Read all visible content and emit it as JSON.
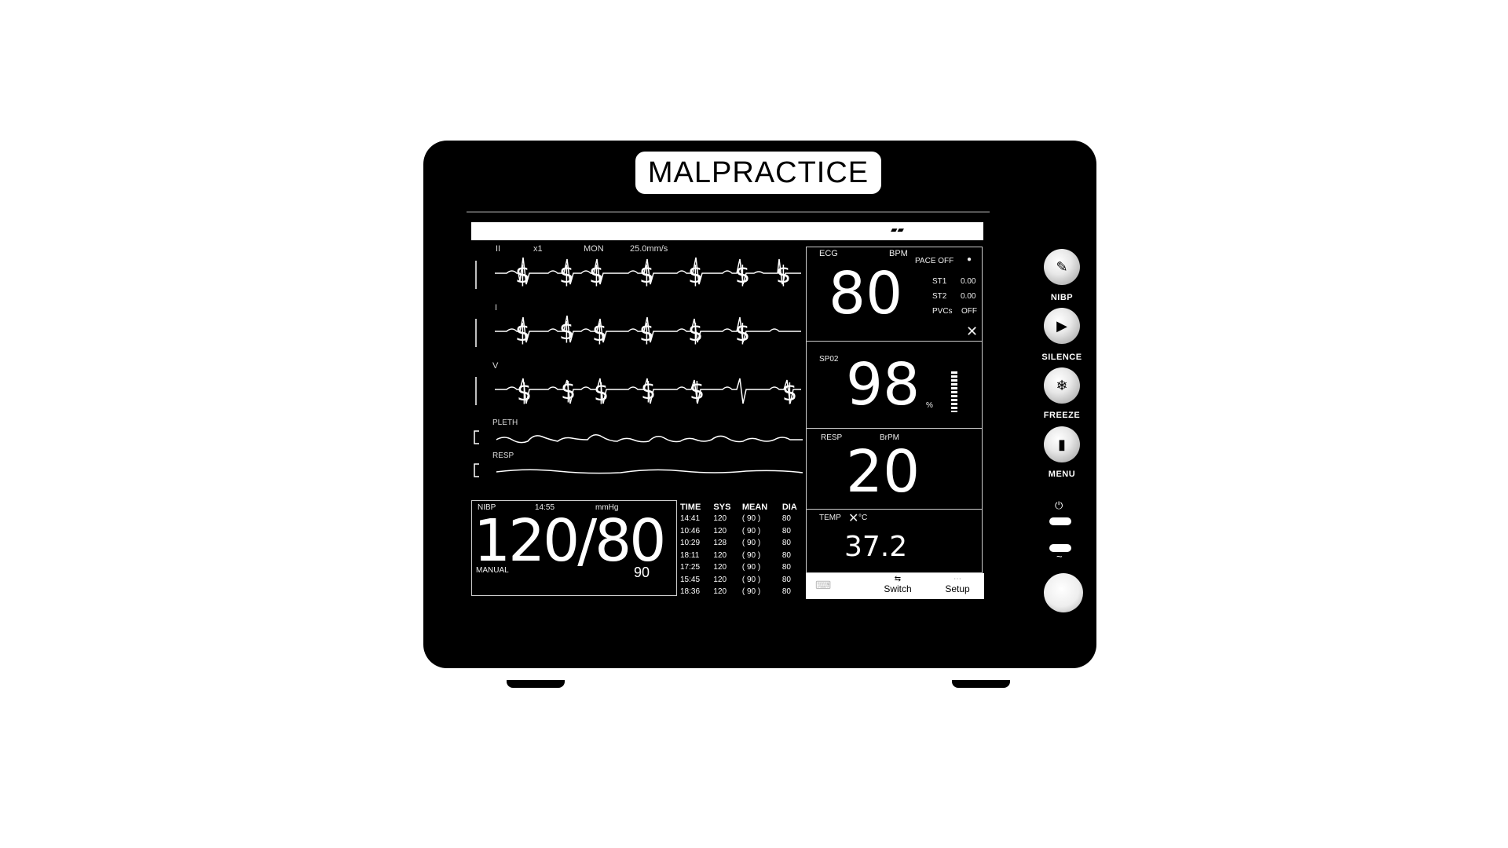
{
  "brand": {
    "name": "MALPRACTICE"
  },
  "waveform_header": {
    "lead": "II",
    "gain": "x1",
    "mode": "MON",
    "speed": "25.0mm/s"
  },
  "waveforms": {
    "lead1": "II",
    "lead2": "I",
    "lead3": "V",
    "pleth": "PLETH",
    "resp": "RESP"
  },
  "ecg": {
    "label": "ECG",
    "unit": "BPM",
    "value": "80",
    "pace": "PACE OFF",
    "st1_label": "ST1",
    "st1_value": "0.00",
    "st2_label": "ST2",
    "st2_value": "0.00",
    "pvcs_label": "PVCs",
    "pvcs_value": "OFF"
  },
  "spo2": {
    "label": "SP02",
    "value": "98",
    "unit": "%"
  },
  "resp": {
    "label": "RESP",
    "unit": "BrPM",
    "value": "20"
  },
  "temp": {
    "label": "TEMP",
    "unit": "°C",
    "value": "37.2"
  },
  "nibp": {
    "label": "NIBP",
    "time": "14:55",
    "unit": "mmHg",
    "value": "120/80",
    "mode": "MANUAL",
    "mean": "90"
  },
  "history": {
    "headers": [
      "TIME",
      "SYS",
      "MEAN",
      "DIA"
    ],
    "rows": [
      [
        "14:41",
        "120",
        "( 90 )",
        "80"
      ],
      [
        "10:46",
        "120",
        "( 90 )",
        "80"
      ],
      [
        "10:29",
        "128",
        "( 90 )",
        "80"
      ],
      [
        "18:11",
        "120",
        "( 90 )",
        "80"
      ],
      [
        "17:25",
        "120",
        "( 90 )",
        "80"
      ],
      [
        "15:45",
        "120",
        "( 90 )",
        "80"
      ],
      [
        "18:36",
        "120",
        "( 90 )",
        "80"
      ]
    ]
  },
  "softkeys": {
    "switch": "Switch",
    "setup": "Setup"
  },
  "buttons": {
    "nibp": "NIBP",
    "silence": "SILENCE",
    "freeze": "FREEZE",
    "menu": "MENU"
  },
  "icons": {
    "nibp": "cuff-icon",
    "silence": "play-icon",
    "freeze": "snowflake-icon",
    "menu": "document-icon",
    "power": "power-icon",
    "ac": "ac-power-icon",
    "knob": "rotary-knob-icon"
  }
}
